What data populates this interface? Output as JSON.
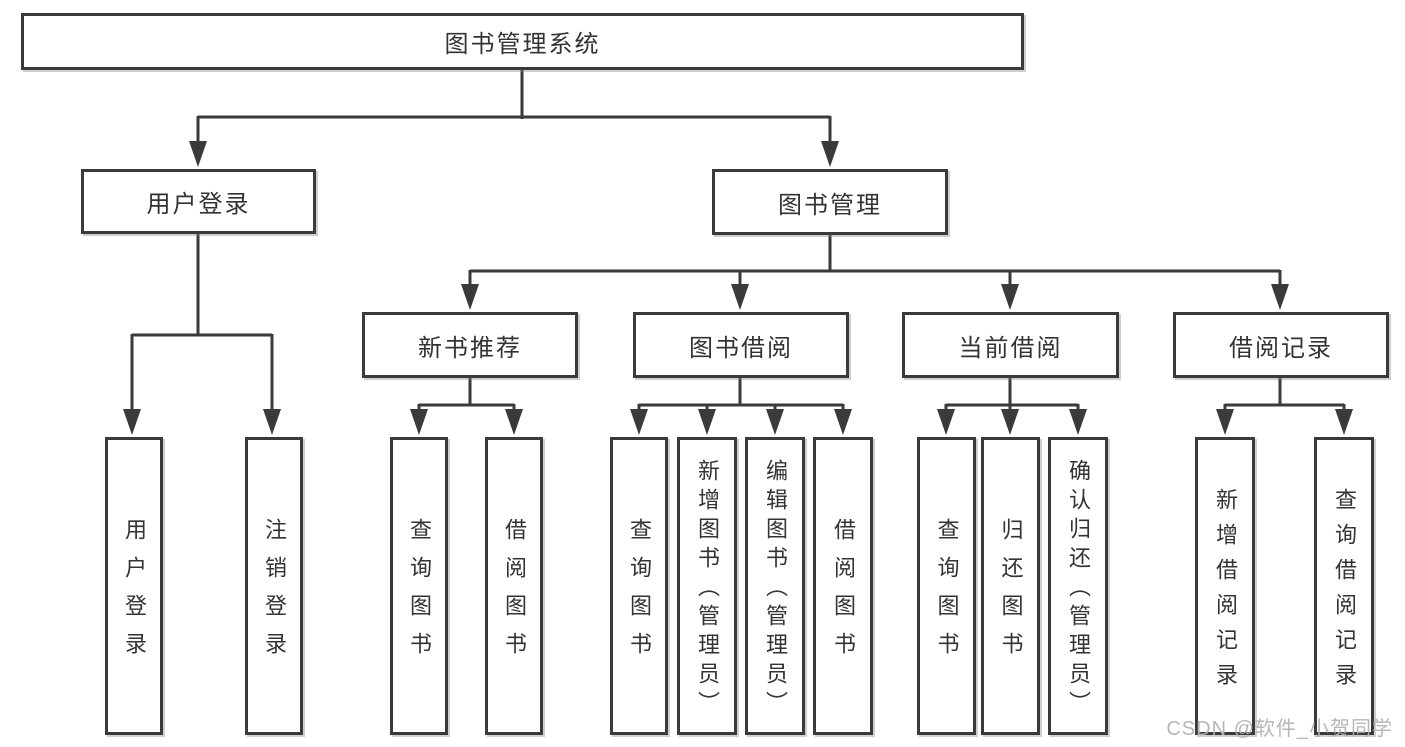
{
  "diagram": {
    "title": "图书管理系统",
    "tree": {
      "root": "图书管理系统",
      "branches": [
        {
          "label": "用户登录",
          "children": [
            "用户登录",
            "注销登录"
          ]
        },
        {
          "label": "图书管理",
          "groups": [
            {
              "label": "新书推荐",
              "children": [
                "查询图书",
                "借阅图书"
              ]
            },
            {
              "label": "图书借阅",
              "children": [
                "查询图书",
                "新增图书（管理员）",
                "编辑图书（管理员）",
                "借阅图书"
              ]
            },
            {
              "label": "当前借阅",
              "children": [
                "查询图书",
                "归还图书",
                "确认归还（管理员）"
              ]
            },
            {
              "label": "借阅记录",
              "children": [
                "新增借阅记录",
                "查询借阅记录"
              ]
            }
          ]
        }
      ]
    },
    "watermark": "CSDN @软件_小贺同学",
    "colors": {
      "line": "#3a3a3a",
      "box_border": "#3a3a3a",
      "text": "#333333",
      "background": "#ffffff",
      "watermark": "#b2b2b2"
    }
  }
}
